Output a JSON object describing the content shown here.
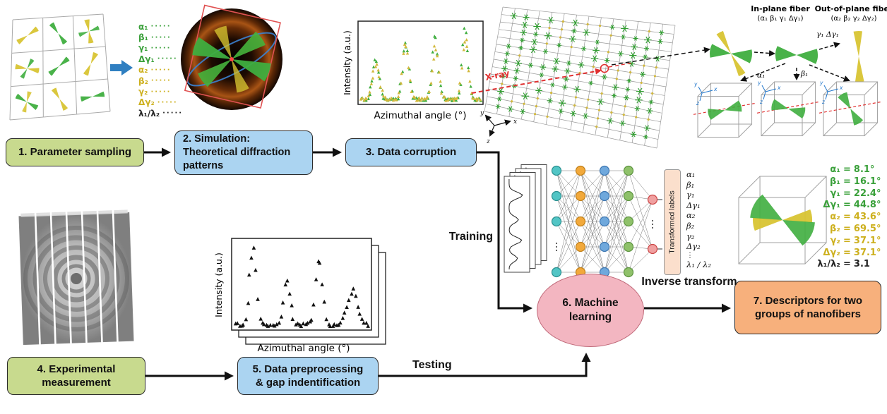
{
  "axes": {
    "x": "x",
    "y": "y",
    "z": "z"
  },
  "flow": {
    "box1": "1. Parameter sampling",
    "box2_lines": [
      "2. Simulation:",
      "Theoretical diffraction",
      "patterns"
    ],
    "box3": "3. Data corruption",
    "box4_lines": [
      "4. Experimental",
      "measurement"
    ],
    "box5_lines": [
      "5. Data preprocessing",
      "& gap indentification"
    ],
    "box6_lines": [
      "6. Machine",
      "learning"
    ],
    "box7_lines": [
      "7. Descriptors for two",
      "groups of nanofibers"
    ],
    "edge_training": "Training",
    "edge_testing": "Testing",
    "edge_inverse": "Inverse transform"
  },
  "parameter_list": {
    "leader_dots": "·····",
    "items": [
      {
        "symbol": "α₁",
        "color": "#3aa03a"
      },
      {
        "symbol": "β₁",
        "color": "#3aa03a"
      },
      {
        "symbol": "γ₁",
        "color": "#3aa03a"
      },
      {
        "symbol": "Δγ₁",
        "color": "#3aa03a"
      },
      {
        "symbol": "α₂",
        "color": "#cdb01e"
      },
      {
        "symbol": "β₂",
        "color": "#cdb01e"
      },
      {
        "symbol": "γ₂",
        "color": "#cdb01e"
      },
      {
        "symbol": "Δγ₂",
        "color": "#cdb01e"
      },
      {
        "symbol": "λ₁/λ₂",
        "color": "#222222"
      }
    ]
  },
  "fiber_panel": {
    "xray_label": "X-ray",
    "inplane_title": "In-plane fiber",
    "inplane_sub": "(α₁ β₁ γ₁ Δγ₁)",
    "outplane_title": "Out-of-plane fiber",
    "outplane_sub": "(α₂ β₂ γ₂ Δγ₂)",
    "arrow_labels": [
      "α₁",
      "β₁",
      "γ₁ Δγ₁"
    ]
  },
  "network": {
    "output_box_label": "Transformed labels",
    "output_symbols": [
      "α₁",
      "β₁",
      "γ₁",
      "Δγ₁",
      "α₂",
      "β₂",
      "γ₂",
      "Δγ₂"
    ],
    "output_ellipsis": "⋮",
    "output_ratio": "λ₁ / λ₂",
    "layers": [
      {
        "name": "input",
        "nodes": 4,
        "dots": true,
        "color": "#52c5c5",
        "stroke": "#2a8f8f"
      },
      {
        "name": "hidden1",
        "nodes": 5,
        "dots": false,
        "color": "#f2a93b",
        "stroke": "#c07f18"
      },
      {
        "name": "hidden2",
        "nodes": 5,
        "dots": false,
        "color": "#6fa8dc",
        "stroke": "#3d76b0"
      },
      {
        "name": "hidden3",
        "nodes": 5,
        "dots": false,
        "color": "#8fc16a",
        "stroke": "#5d9440"
      },
      {
        "name": "output",
        "nodes": 2,
        "dots": true,
        "color": "#f0a0a0",
        "stroke": "#cc4444",
        "span": [
          55,
          125
        ]
      }
    ]
  },
  "results": {
    "eq": "=",
    "items": [
      {
        "symbol": "α₁",
        "value": "8.1°",
        "color": "#3aa03a"
      },
      {
        "symbol": "β₁",
        "value": "16.1°",
        "color": "#3aa03a"
      },
      {
        "symbol": "γ₁",
        "value": "22.4°",
        "color": "#3aa03a"
      },
      {
        "symbol": "Δγ₁",
        "value": "44.8°",
        "color": "#3aa03a"
      },
      {
        "symbol": "α₂",
        "value": "43.6°",
        "color": "#cdb01e"
      },
      {
        "symbol": "β₂",
        "value": "69.5°",
        "color": "#cdb01e"
      },
      {
        "symbol": "γ₂",
        "value": "37.1°",
        "color": "#cdb01e"
      },
      {
        "symbol": "Δγ₂",
        "value": "37.1°",
        "color": "#cdb01e"
      },
      {
        "symbol": "λ₁/λ₂",
        "value": "3.1",
        "color": "#222222"
      }
    ]
  },
  "chart_data": [
    {
      "id": "simulated-corrupted-profile",
      "type": "scatter",
      "xlabel": "Azimuthal angle (°)",
      "ylabel": "Intensity (a.u.)",
      "x_range": [
        0,
        360
      ],
      "marker": "triangle",
      "grid": false,
      "series": [
        {
          "name": "fiber-group-1",
          "color": "#3fae3f",
          "peaks": [
            {
              "center": 45,
              "height": 0.5,
              "width": 14
            },
            {
              "center": 135,
              "height": 0.78,
              "width": 13
            },
            {
              "center": 225,
              "height": 0.8,
              "width": 13
            },
            {
              "center": 315,
              "height": 0.95,
              "width": 12
            }
          ]
        },
        {
          "name": "fiber-group-2",
          "color": "#d2b83c",
          "peaks": [
            {
              "center": 45,
              "height": 0.44,
              "width": 16
            },
            {
              "center": 135,
              "height": 0.7,
              "width": 14
            },
            {
              "center": 225,
              "height": 0.72,
              "width": 14
            },
            {
              "center": 315,
              "height": 0.84,
              "width": 13
            }
          ]
        }
      ]
    },
    {
      "id": "experimental-profile",
      "type": "scatter",
      "xlabel": "Azimuthal angle (°)",
      "ylabel": "Intensity (a.u.)",
      "x_range": [
        0,
        360
      ],
      "marker": "triangle",
      "grid": false,
      "series": [
        {
          "name": "experimental",
          "color": "#111111",
          "peaks": [
            {
              "center": 48,
              "height": 0.92,
              "width": 13
            },
            {
              "center": 140,
              "height": 0.55,
              "width": 12
            },
            {
              "center": 228,
              "height": 0.78,
              "width": 13
            },
            {
              "center": 318,
              "height": 0.42,
              "width": 18
            }
          ]
        }
      ]
    }
  ]
}
